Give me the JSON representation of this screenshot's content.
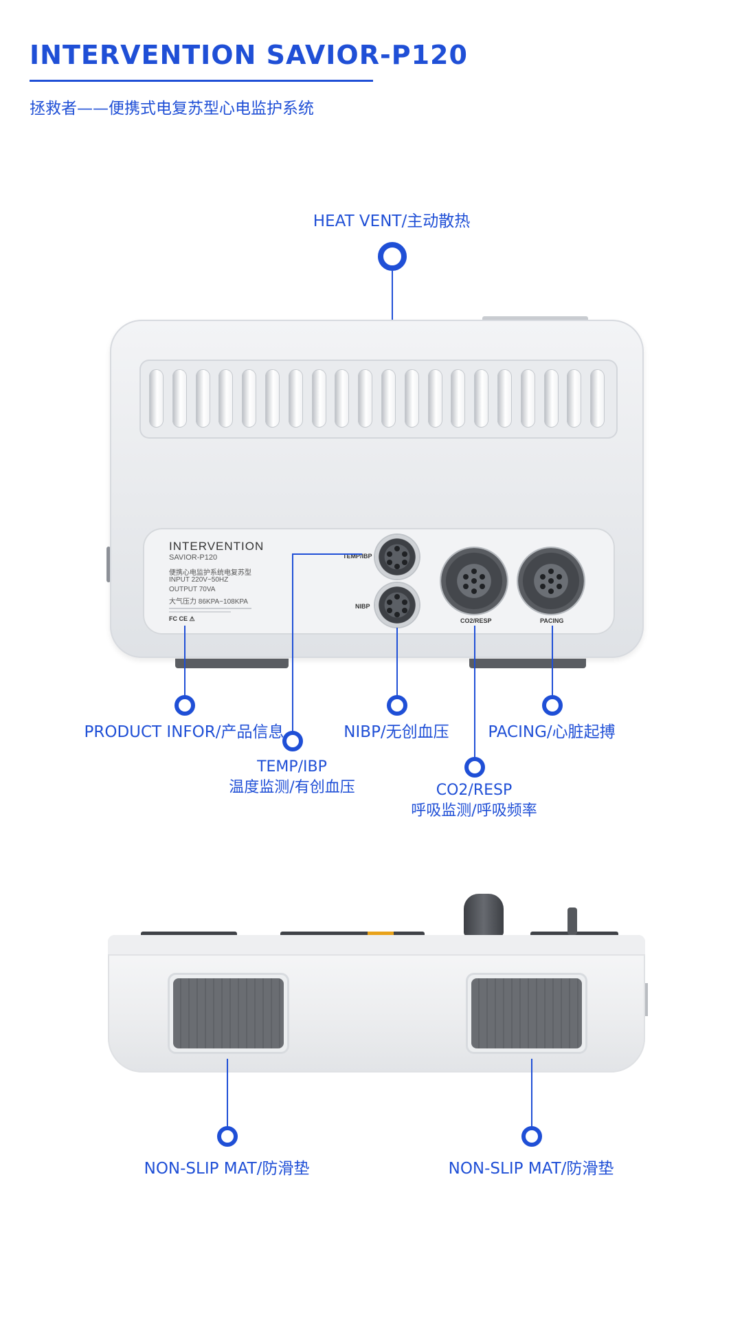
{
  "header": {
    "title": "INTERVENTION SAVIOR-P120",
    "subtitle": "拯救者——便携式电复苏型心电监护系统"
  },
  "colors": {
    "accent": "#1f4fd6",
    "device_body": "#e7e9ec",
    "connector_dark": "#44474c"
  },
  "callouts": {
    "heat_vent": "HEAT VENT/主动散热",
    "product_infor": "PRODUCT INFOR/产品信息",
    "temp_ibp_line1": "TEMP/IBP",
    "temp_ibp_line2": "温度监测/有创血压",
    "nibp": "NIBP/无创血压",
    "co2_resp_line1": "CO2/RESP",
    "co2_resp_line2": "呼吸监测/呼吸频率",
    "pacing": "PACING/心脏起搏",
    "non_slip_left": "NON-SLIP MAT/防滑垫",
    "non_slip_right": "NON-SLIP MAT/防滑垫"
  },
  "device_panel": {
    "brand": "INTERVENTION",
    "model": "SAVIOR-P120",
    "desc": "便携心电监护系统电复苏型",
    "input": "INPUT   220V~50HZ",
    "output": "OUTPUT   70VA",
    "pressure": "大气压力   86KPA~108KPA",
    "marks": "FC CE ⚠"
  },
  "connectors": {
    "temp_ibp": "TEMP/IBP",
    "nibp": "NIBP",
    "co2_resp": "CO2/RESP",
    "pacing": "PACING"
  },
  "icons": [
    "callout-dot-icon",
    "connector-icon",
    "vent-slot-icon",
    "non-slip-mat-icon"
  ]
}
